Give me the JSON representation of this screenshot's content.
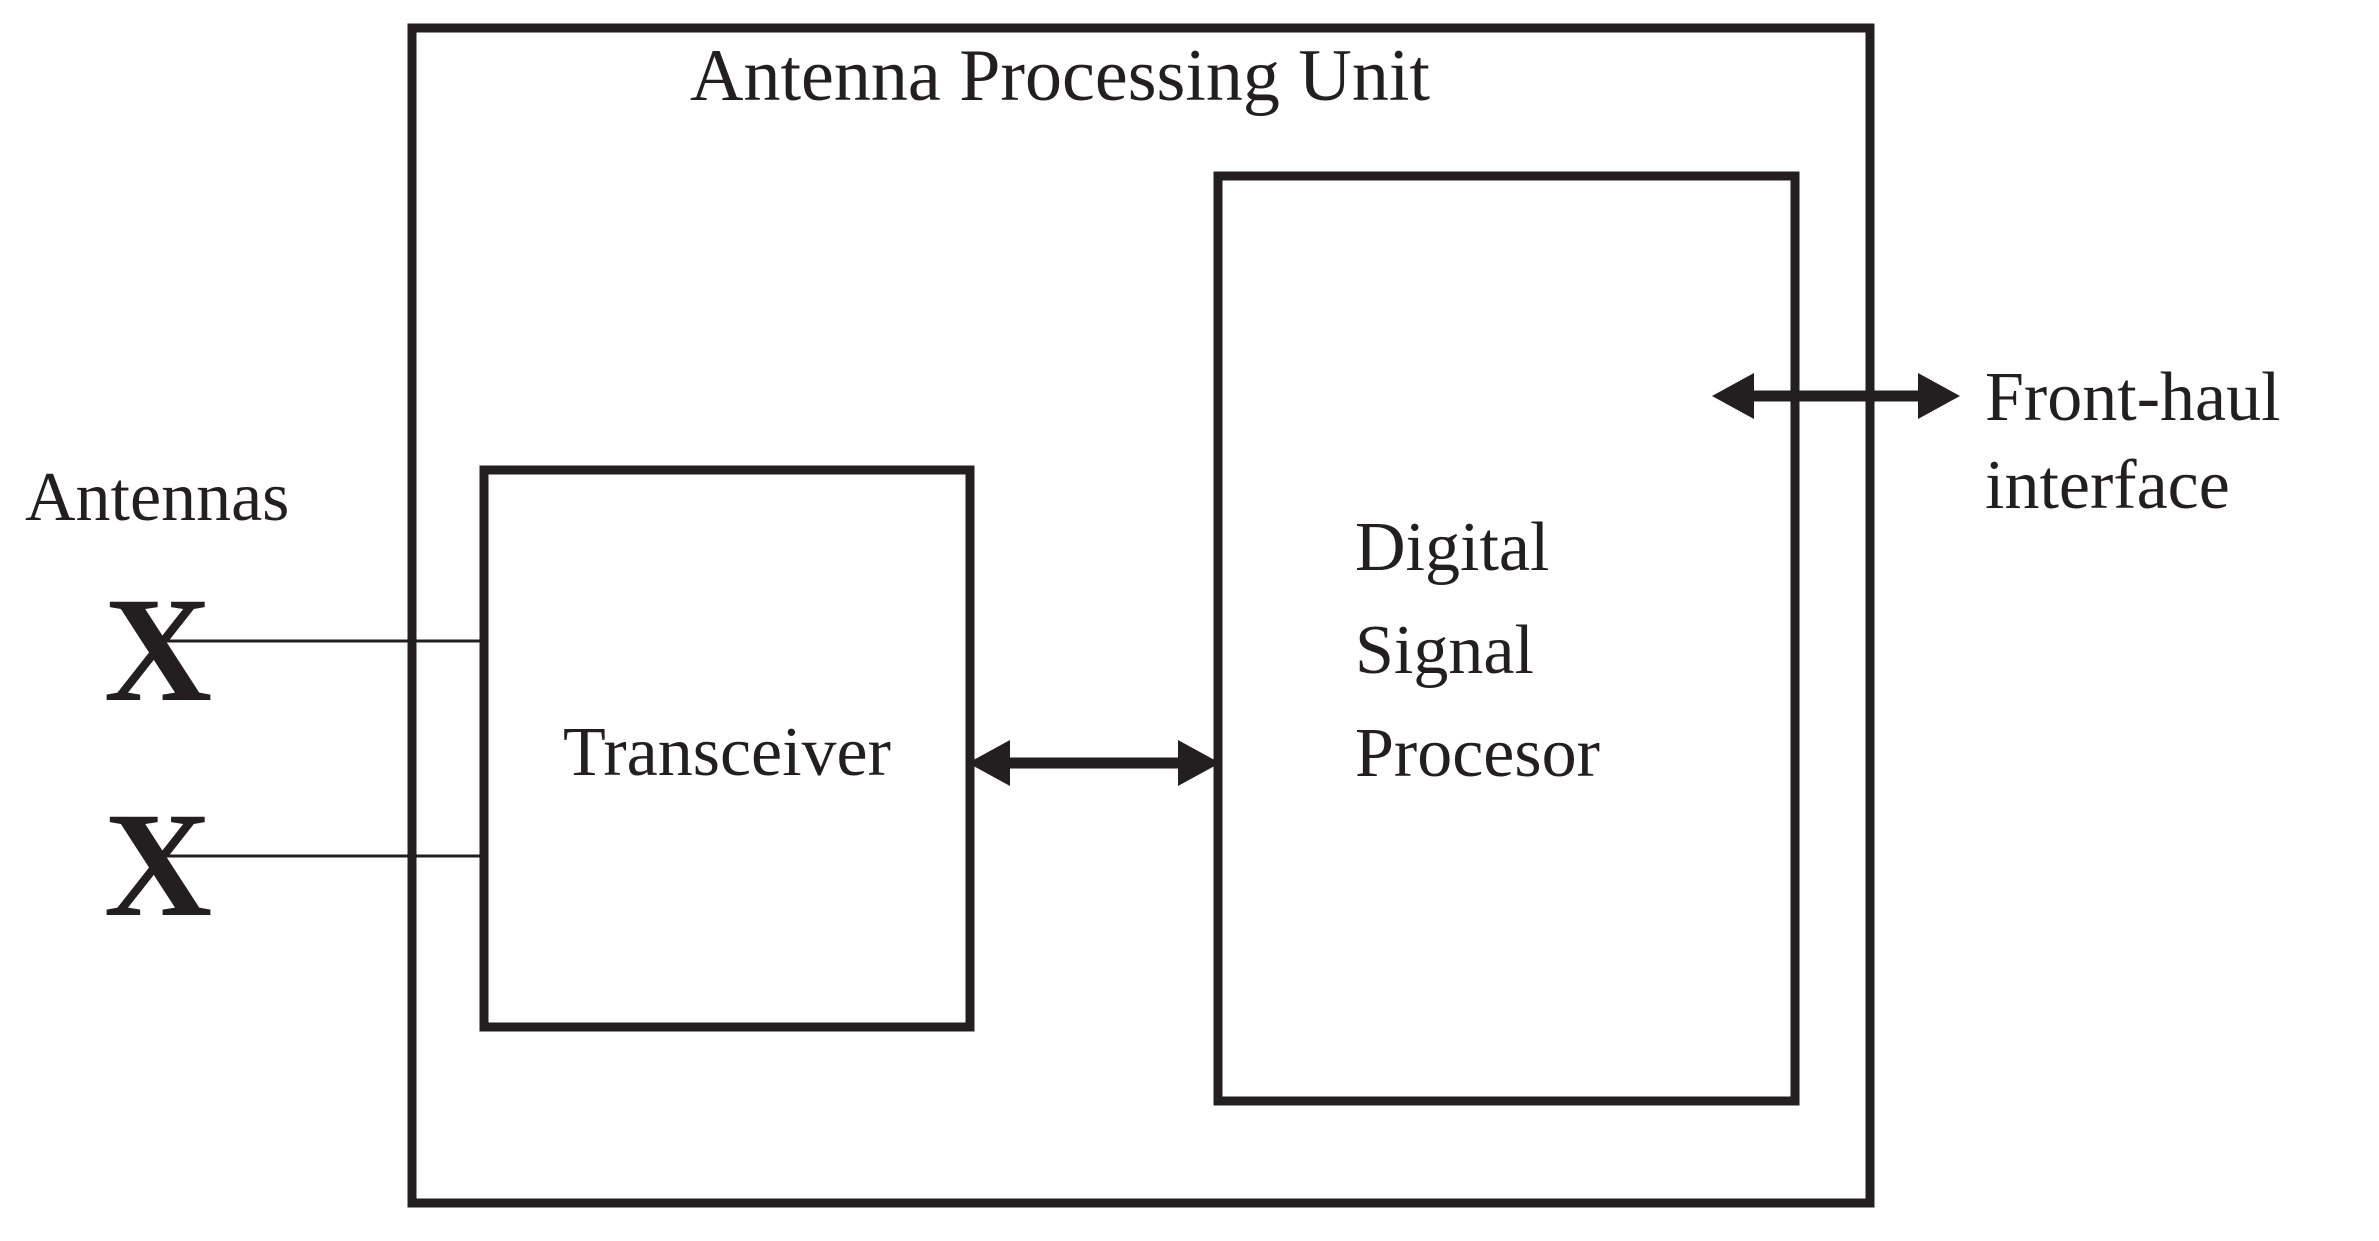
{
  "figure": {
    "title": "Antenna Processing Unit",
    "ink_color": "#231f20",
    "background_color": "#ffffff"
  },
  "outer_unit": {
    "label": "Antenna Processing Unit"
  },
  "blocks": {
    "transceiver": {
      "label": "Transceiver"
    },
    "dsp": {
      "line1": "Digital",
      "line2": "Signal",
      "line3": "Procesor"
    }
  },
  "antennas": {
    "label": "Antennas",
    "symbol": "X",
    "count": 2
  },
  "fronthaul": {
    "line1": "Front-haul",
    "line2": "interface"
  }
}
